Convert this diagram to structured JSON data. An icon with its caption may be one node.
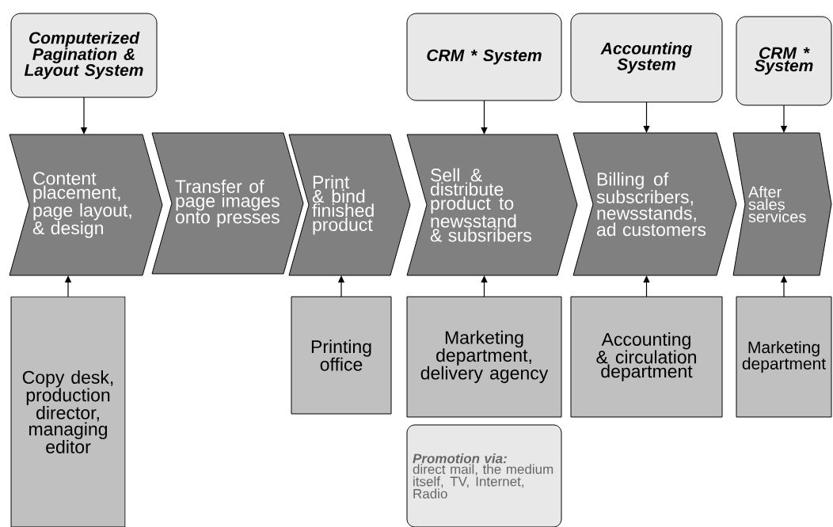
{
  "diagram": {
    "nodes": [
      {
        "text": [
          "Computerized Pagination & Layout System"
        ]
      },
      {
        "text": [
          "CRM * System"
        ]
      },
      {
        "text": [
          "Accounting System"
        ]
      },
      {
        "text": [
          "CRM * System"
        ]
      },
      {
        "text": [
          "Content placement, page layout, & design"
        ]
      },
      {
        "text": [
          "Transfer of page images onto presses"
        ]
      },
      {
        "text": [
          "Print & bind finished product"
        ]
      },
      {
        "text": [
          "Sell & distribute product to newsstand & subsribers"
        ]
      },
      {
        "text": [
          "Billing of subscribers, newsstands, ad customers"
        ]
      },
      {
        "text": [
          "After sales services"
        ]
      },
      {
        "text": [
          "Copy desk, production director, managing editor"
        ]
      },
      {
        "text": [
          "Printing office"
        ]
      },
      {
        "text": [
          "Marketing department, delivery agency"
        ]
      },
      {
        "text": [
          "Accounting & circulation department"
        ]
      },
      {
        "text": [
          "Marketing department"
        ]
      },
      {
        "text": [
          "Promotion via:",
          "direct mail, the medium itself, TV, Internet, Radio"
        ]
      }
    ],
    "edges": [
      {
        "from": 0,
        "to": 4,
        "arrow": "to"
      },
      {
        "from": 1,
        "to": 7,
        "arrow": "to"
      },
      {
        "from": 2,
        "to": 8,
        "arrow": "to"
      },
      {
        "from": 3,
        "to": 9,
        "arrow": "to"
      },
      {
        "from": 10,
        "to": 4,
        "arrow": "to"
      },
      {
        "from": 11,
        "to": 6,
        "arrow": "to"
      },
      {
        "from": 12,
        "to": 7,
        "arrow": "to"
      },
      {
        "from": 13,
        "to": 8,
        "arrow": "to"
      },
      {
        "from": 14,
        "to": 9,
        "arrow": "to"
      }
    ]
  }
}
